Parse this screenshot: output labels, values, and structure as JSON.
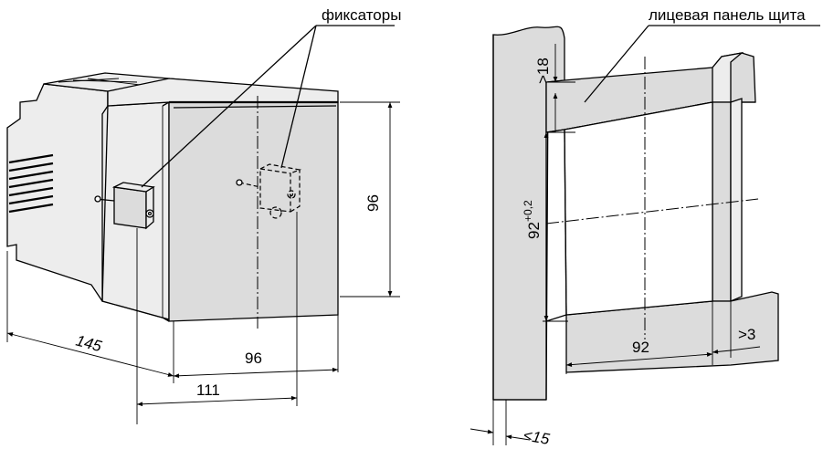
{
  "left_view": {
    "label_fixators": "фиксаторы",
    "dim_height": "96",
    "dim_width_front": "96",
    "dim_111": "111",
    "dim_145": "145"
  },
  "right_view": {
    "label_panel": "лицевая панель щита",
    "dim_min_18": ">18",
    "dim_cut_height": "92",
    "dim_cut_height_tol": "+0,2",
    "dim_cut_width": "92",
    "dim_min_3": ">3",
    "dim_max_15": "<15"
  }
}
